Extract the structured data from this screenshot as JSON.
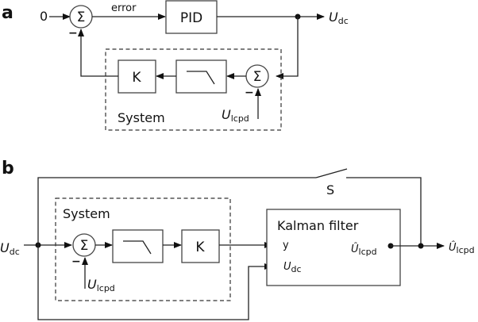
{
  "panel_a": {
    "label": "a",
    "input_value": "0",
    "sum_symbol": "Σ",
    "minus_sign": "−",
    "error_label": "error",
    "pid_label": "PID",
    "output_label_main": "U",
    "output_label_sub": "dc",
    "system_label": "System",
    "gain_label": "K",
    "disturbance_label_main": "U",
    "disturbance_label_sub": "lcpd"
  },
  "panel_b": {
    "label": "b",
    "input_label_main": "U",
    "input_label_sub": "dc",
    "system_label": "System",
    "sum_symbol": "Σ",
    "minus_sign": "−",
    "gain_label": "K",
    "disturbance_label_main": "U",
    "disturbance_label_sub": "lcpd",
    "switch_label": "S",
    "kalman_title": "Kalman filter",
    "kalman_input_y": "y",
    "kalman_input_u_main": "U",
    "kalman_input_u_sub": "dc",
    "kalman_output_main": "Û",
    "kalman_output_sub": "lcpd",
    "output_label_main": "Û",
    "output_label_sub": "lcpd"
  }
}
